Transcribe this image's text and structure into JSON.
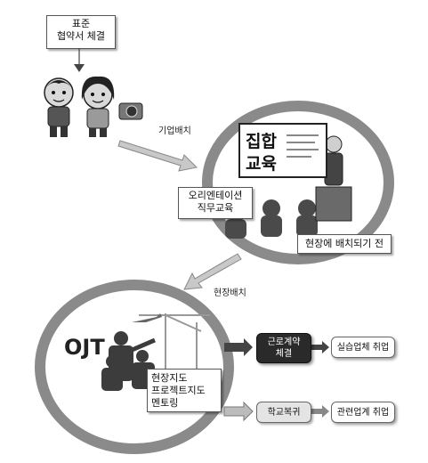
{
  "top_box": {
    "line1": "표준",
    "line2": "협약서 체결"
  },
  "labels": {
    "company_placement": "기업배치",
    "site_placement": "현장배치"
  },
  "board": {
    "line1": "집합",
    "line2": "교육"
  },
  "orientation_box": {
    "line1": "오리엔테이션",
    "line2": "직무교육"
  },
  "before_box": {
    "text": "현장에 배치되기 전"
  },
  "ojt": {
    "title": "OJT"
  },
  "ojt_box": {
    "line1": "현장지도",
    "line2": "프로젝트지도",
    "line3": "멘토링"
  },
  "outcomes": {
    "contract": {
      "line1": "근로계약",
      "line2": "체결"
    },
    "job1": "실습업체 취업",
    "return": "학교복귀",
    "job2": "관련업계 취업"
  }
}
